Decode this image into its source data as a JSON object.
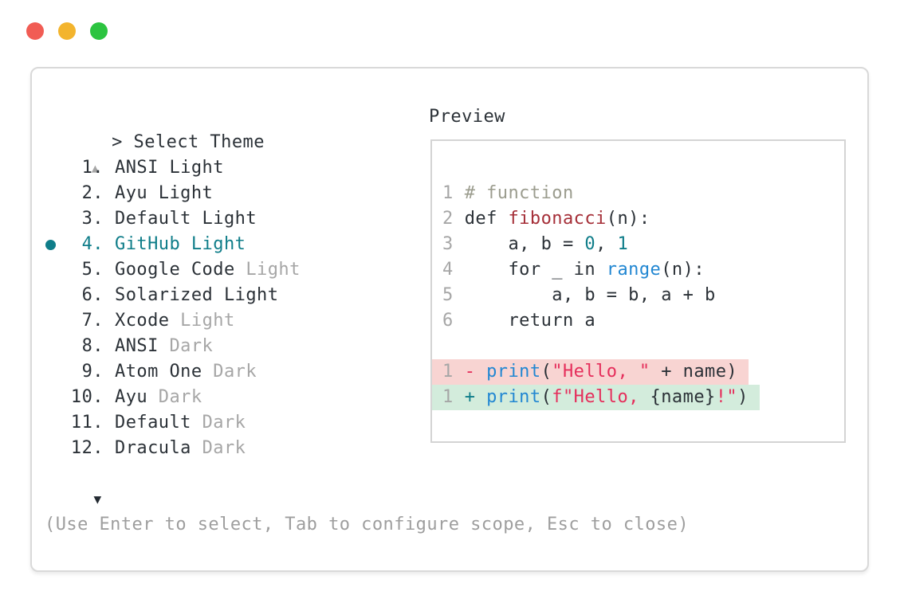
{
  "window": {
    "traffic_lights": [
      "close",
      "minimize",
      "zoom"
    ]
  },
  "theme_picker": {
    "prompt": "> Select Theme",
    "scroll_up_icon": "▲",
    "scroll_down_icon": "▼",
    "hint": "(Use Enter to select, Tab to configure scope, Esc to close)",
    "selected_index": 4,
    "items": [
      {
        "number": "1.",
        "name": "ANSI Light",
        "variant": "",
        "selected": false
      },
      {
        "number": "2.",
        "name": "Ayu Light",
        "variant": "",
        "selected": false
      },
      {
        "number": "3.",
        "name": "Default Light",
        "variant": "",
        "selected": false
      },
      {
        "number": "4.",
        "name": "GitHub Light",
        "variant": "",
        "selected": true
      },
      {
        "number": "5.",
        "name": "Google Code",
        "variant": "Light",
        "selected": false
      },
      {
        "number": "6.",
        "name": "Solarized Light",
        "variant": "",
        "selected": false
      },
      {
        "number": "7.",
        "name": "Xcode",
        "variant": "Light",
        "selected": false
      },
      {
        "number": "8.",
        "name": "ANSI",
        "variant": "Dark",
        "selected": false
      },
      {
        "number": "9.",
        "name": "Atom One",
        "variant": "Dark",
        "selected": false
      },
      {
        "number": "10.",
        "name": "Ayu",
        "variant": "Dark",
        "selected": false
      },
      {
        "number": "11.",
        "name": "Default",
        "variant": "Dark",
        "selected": false
      },
      {
        "number": "12.",
        "name": "Dracula",
        "variant": "Dark",
        "selected": false
      }
    ]
  },
  "preview": {
    "label": "Preview",
    "code_lines": [
      {
        "num": "1",
        "diff": "",
        "tokens": [
          [
            "comment",
            "# function"
          ]
        ]
      },
      {
        "num": "2",
        "diff": "",
        "tokens": [
          [
            "plain",
            "def "
          ],
          [
            "func",
            "fibonacci"
          ],
          [
            "plain",
            "(n):"
          ]
        ]
      },
      {
        "num": "3",
        "diff": "",
        "tokens": [
          [
            "plain",
            "    a, b = "
          ],
          [
            "number",
            "0"
          ],
          [
            "plain",
            ", "
          ],
          [
            "number",
            "1"
          ]
        ]
      },
      {
        "num": "4",
        "diff": "",
        "tokens": [
          [
            "plain",
            "    for _ in "
          ],
          [
            "builtin",
            "range"
          ],
          [
            "plain",
            "(n):"
          ]
        ]
      },
      {
        "num": "5",
        "diff": "",
        "tokens": [
          [
            "plain",
            "        a, b = b, a + b"
          ]
        ]
      },
      {
        "num": "6",
        "diff": "",
        "tokens": [
          [
            "plain",
            "    return a"
          ]
        ]
      },
      {
        "num": "",
        "diff": "",
        "tokens": []
      },
      {
        "num": "1",
        "diff": "del",
        "tokens": [
          [
            "del-marker",
            "- "
          ],
          [
            "builtin",
            "print"
          ],
          [
            "plain",
            "("
          ],
          [
            "string",
            "\"Hello, \""
          ],
          [
            "plain",
            " + name)"
          ]
        ]
      },
      {
        "num": "1",
        "diff": "add",
        "tokens": [
          [
            "add-marker",
            "+ "
          ],
          [
            "builtin",
            "print"
          ],
          [
            "plain",
            "("
          ],
          [
            "string",
            "f\"Hello, "
          ],
          [
            "plain",
            "{name}"
          ],
          [
            "string",
            "!\""
          ],
          [
            "plain",
            ")"
          ]
        ]
      }
    ]
  },
  "colors": {
    "accent_teal": "#0f7d89",
    "text_dark": "#2b3137",
    "muted_gray": "#a6a6a6",
    "hint_gray": "#9e9e9e",
    "comment_gray": "#9b9c8e",
    "function_red": "#a52f38",
    "string_crimson": "#e52e5b",
    "builtin_blue": "#2287d2",
    "diff_removed_bg": "#f8d4d2",
    "diff_added_bg": "#d3ecdc",
    "panel_border": "#d9d9d9",
    "preview_border": "#d4d4d4",
    "traffic_red": "#f15c54",
    "traffic_yellow": "#f3b42d",
    "traffic_green": "#2cc440"
  }
}
